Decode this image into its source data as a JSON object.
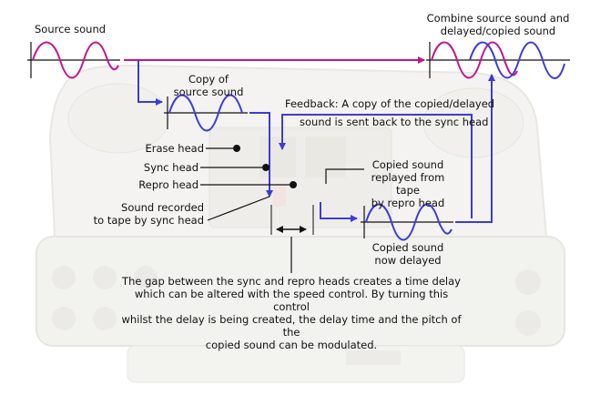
{
  "labels": {
    "source_sound": "Source sound",
    "combine": "Combine source sound and\ndelayed/copied sound",
    "copy_of_source": "Copy of\nsource sound",
    "feedback_line1": "Feedback: A copy of the copied/delayed",
    "feedback_line2": "sound is sent back to the sync head",
    "erase_head": "Erase head",
    "sync_head": "Sync head",
    "repro_head": "Repro head",
    "sound_recorded": "Sound recorded\nto tape by sync head",
    "copied_replayed": "Copied sound\nreplayed from tape\nby repro head",
    "copied_delayed": "Copied sound\nnow delayed",
    "explanation": "The gap between the sync and repro heads creates a time delay\nwhich can be altered with the speed control. By turning this control\nwhilst the delay is being created, the delay time and the pitch of the\ncopied sound can be modulated."
  },
  "colors": {
    "source_wave": "#c0168c",
    "copy_wave": "#3b3bdc",
    "arrow_magenta": "#c0168c",
    "arrow_blue": "#3b3bdc",
    "pointer": "#111111",
    "background_machine": "#ecebe6"
  }
}
